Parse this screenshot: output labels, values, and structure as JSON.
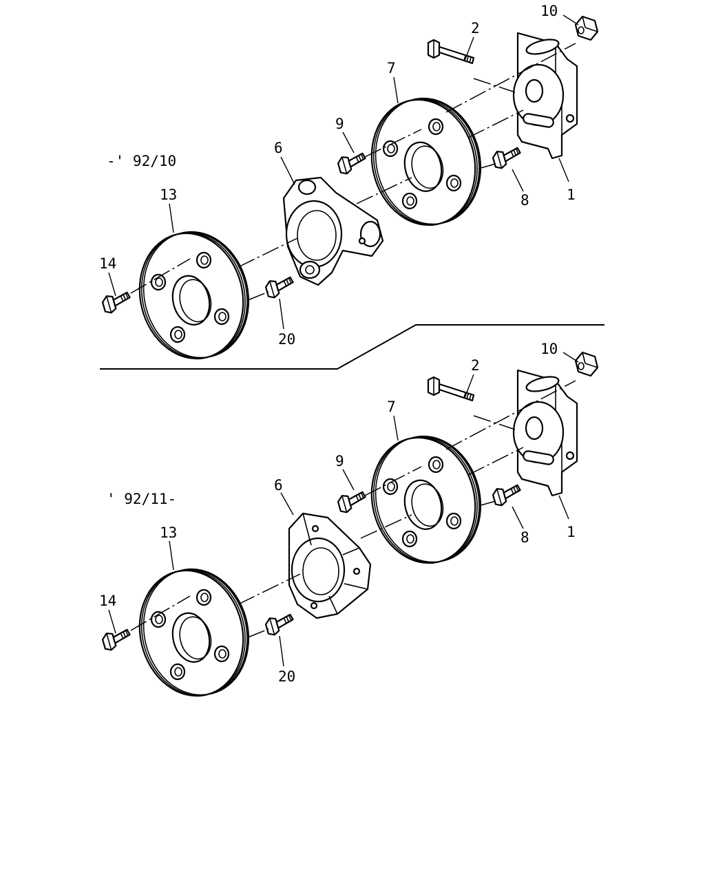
{
  "groups": [
    {
      "range": "-' 92/10",
      "labels": {
        "p1": "1",
        "p2": "2",
        "p6": "6",
        "p7": "7",
        "p8": "8",
        "p9": "9",
        "p10": "10",
        "p13": "13",
        "p14": "14",
        "p20": "20"
      }
    },
    {
      "range": "' 92/11-",
      "labels": {
        "p1": "1",
        "p2": "2",
        "p6": "6",
        "p7": "7",
        "p8": "8",
        "p9": "9",
        "p10": "10",
        "p13": "13",
        "p14": "14",
        "p20": "20"
      }
    }
  ]
}
